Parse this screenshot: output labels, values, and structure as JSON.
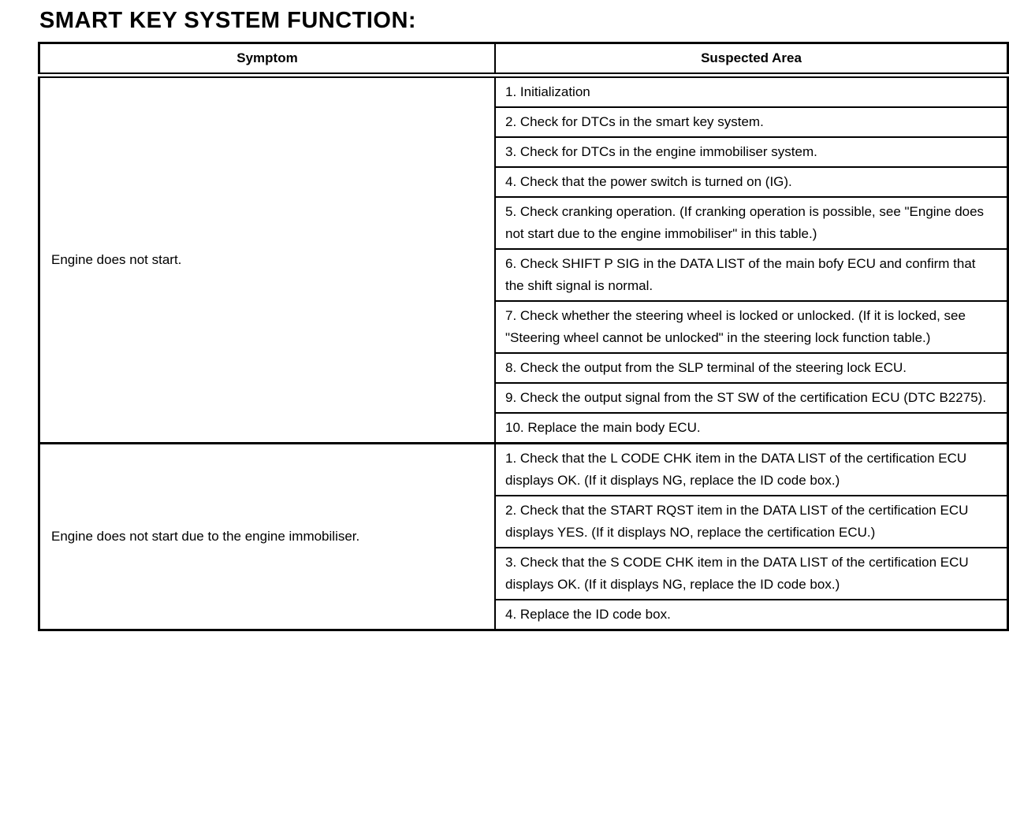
{
  "page": {
    "title": "SMART KEY SYSTEM FUNCTION:"
  },
  "table": {
    "headers": [
      "Symptom",
      "Suspected Area"
    ],
    "groups": [
      {
        "symptom": "Engine does not start.",
        "suspected_areas": [
          "1. Initialization",
          "2. Check for DTCs in the smart key system.",
          "3. Check for DTCs in the engine immobiliser system.",
          "4. Check that the power switch is turned on (IG).",
          "5. Check cranking operation. (If cranking operation is possible, see \"Engine does not start due to the engine immobiliser\" in this table.)",
          "6. Check SHIFT P SIG in the DATA LIST of the main bofy ECU and confirm that the shift signal is normal.",
          "7. Check whether the steering wheel is locked or unlocked. (If it is locked, see \"Steering wheel cannot be unlocked\" in the steering lock function table.)",
          "8. Check the output from the SLP terminal of the steering lock ECU.",
          "9. Check the output signal from the ST SW of the certification ECU (DTC B2275).",
          "10. Replace the main body ECU."
        ]
      },
      {
        "symptom": "Engine does not start due to the engine immobiliser.",
        "suspected_areas": [
          "1. Check that the L CODE CHK item in the DATA LIST of the certification ECU displays OK. (If it displays NG, replace the ID code box.)",
          "2. Check that the START RQST item in the DATA LIST of the certification ECU displays YES. (If it displays NO, replace the certification ECU.)",
          "3. Check that the S CODE CHK item in the DATA LIST of the certification ECU displays OK. (If it displays NG, replace the ID code box.)",
          "4. Replace the ID code box."
        ]
      }
    ]
  }
}
